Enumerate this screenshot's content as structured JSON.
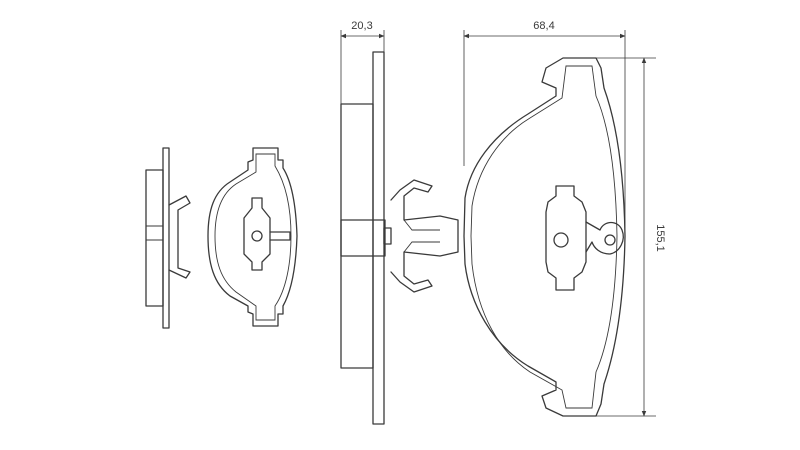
{
  "dimensions": {
    "thickness": "20,3",
    "width": "68,4",
    "height": "155,1"
  }
}
